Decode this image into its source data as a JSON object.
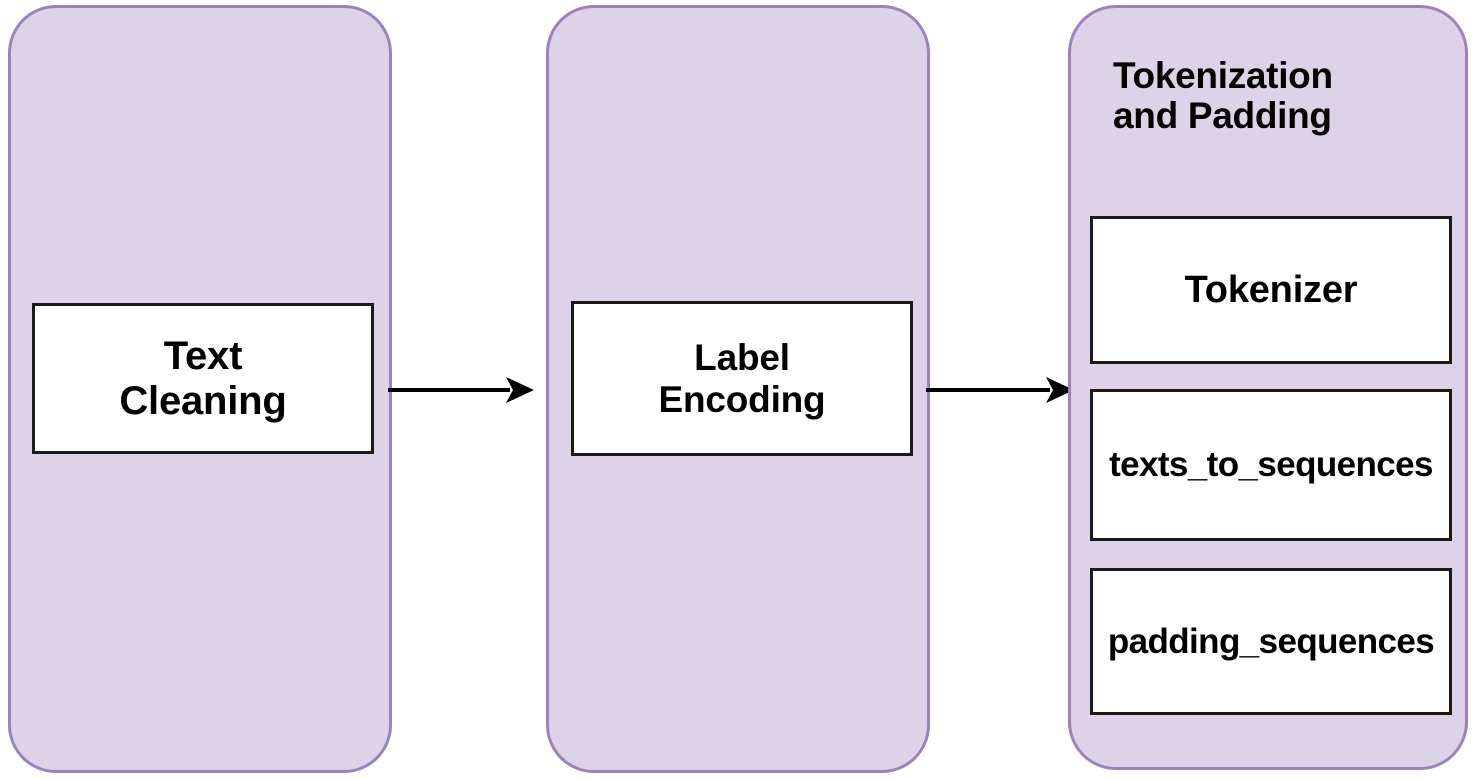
{
  "diagram": {
    "type": "flowchart",
    "orientation": "left-to-right",
    "stages": [
      {
        "id": "text-cleaning",
        "title": "",
        "boxes": [
          {
            "id": "text-cleaning",
            "label": "Text\nCleaning"
          }
        ]
      },
      {
        "id": "label-encoding",
        "title": "",
        "boxes": [
          {
            "id": "label-encoding",
            "label": "Label\nEncoding"
          }
        ]
      },
      {
        "id": "tokenization-and-padding",
        "title": "Tokenization\nand Padding",
        "boxes": [
          {
            "id": "tokenizer",
            "label": "Tokenizer"
          },
          {
            "id": "texts-to-sequences",
            "label": "texts_to_sequences"
          },
          {
            "id": "padding-sequences",
            "label": "padding_sequences"
          }
        ]
      }
    ],
    "connectors": [
      {
        "id": "arrow-1",
        "from": "text-cleaning",
        "to": "label-encoding",
        "style": "solid-arrow-right"
      },
      {
        "id": "arrow-2",
        "from": "label-encoding",
        "to": "tokenization-and-padding",
        "style": "solid-arrow-right"
      }
    ]
  },
  "colors": {
    "stage_fill": "#dcd3e8",
    "stage_border": "#9d82ba",
    "box_fill": "#ffffff",
    "box_border": "#1a1a1a",
    "text": "#000000",
    "arrow": "#000000",
    "background": "#ffffff"
  }
}
